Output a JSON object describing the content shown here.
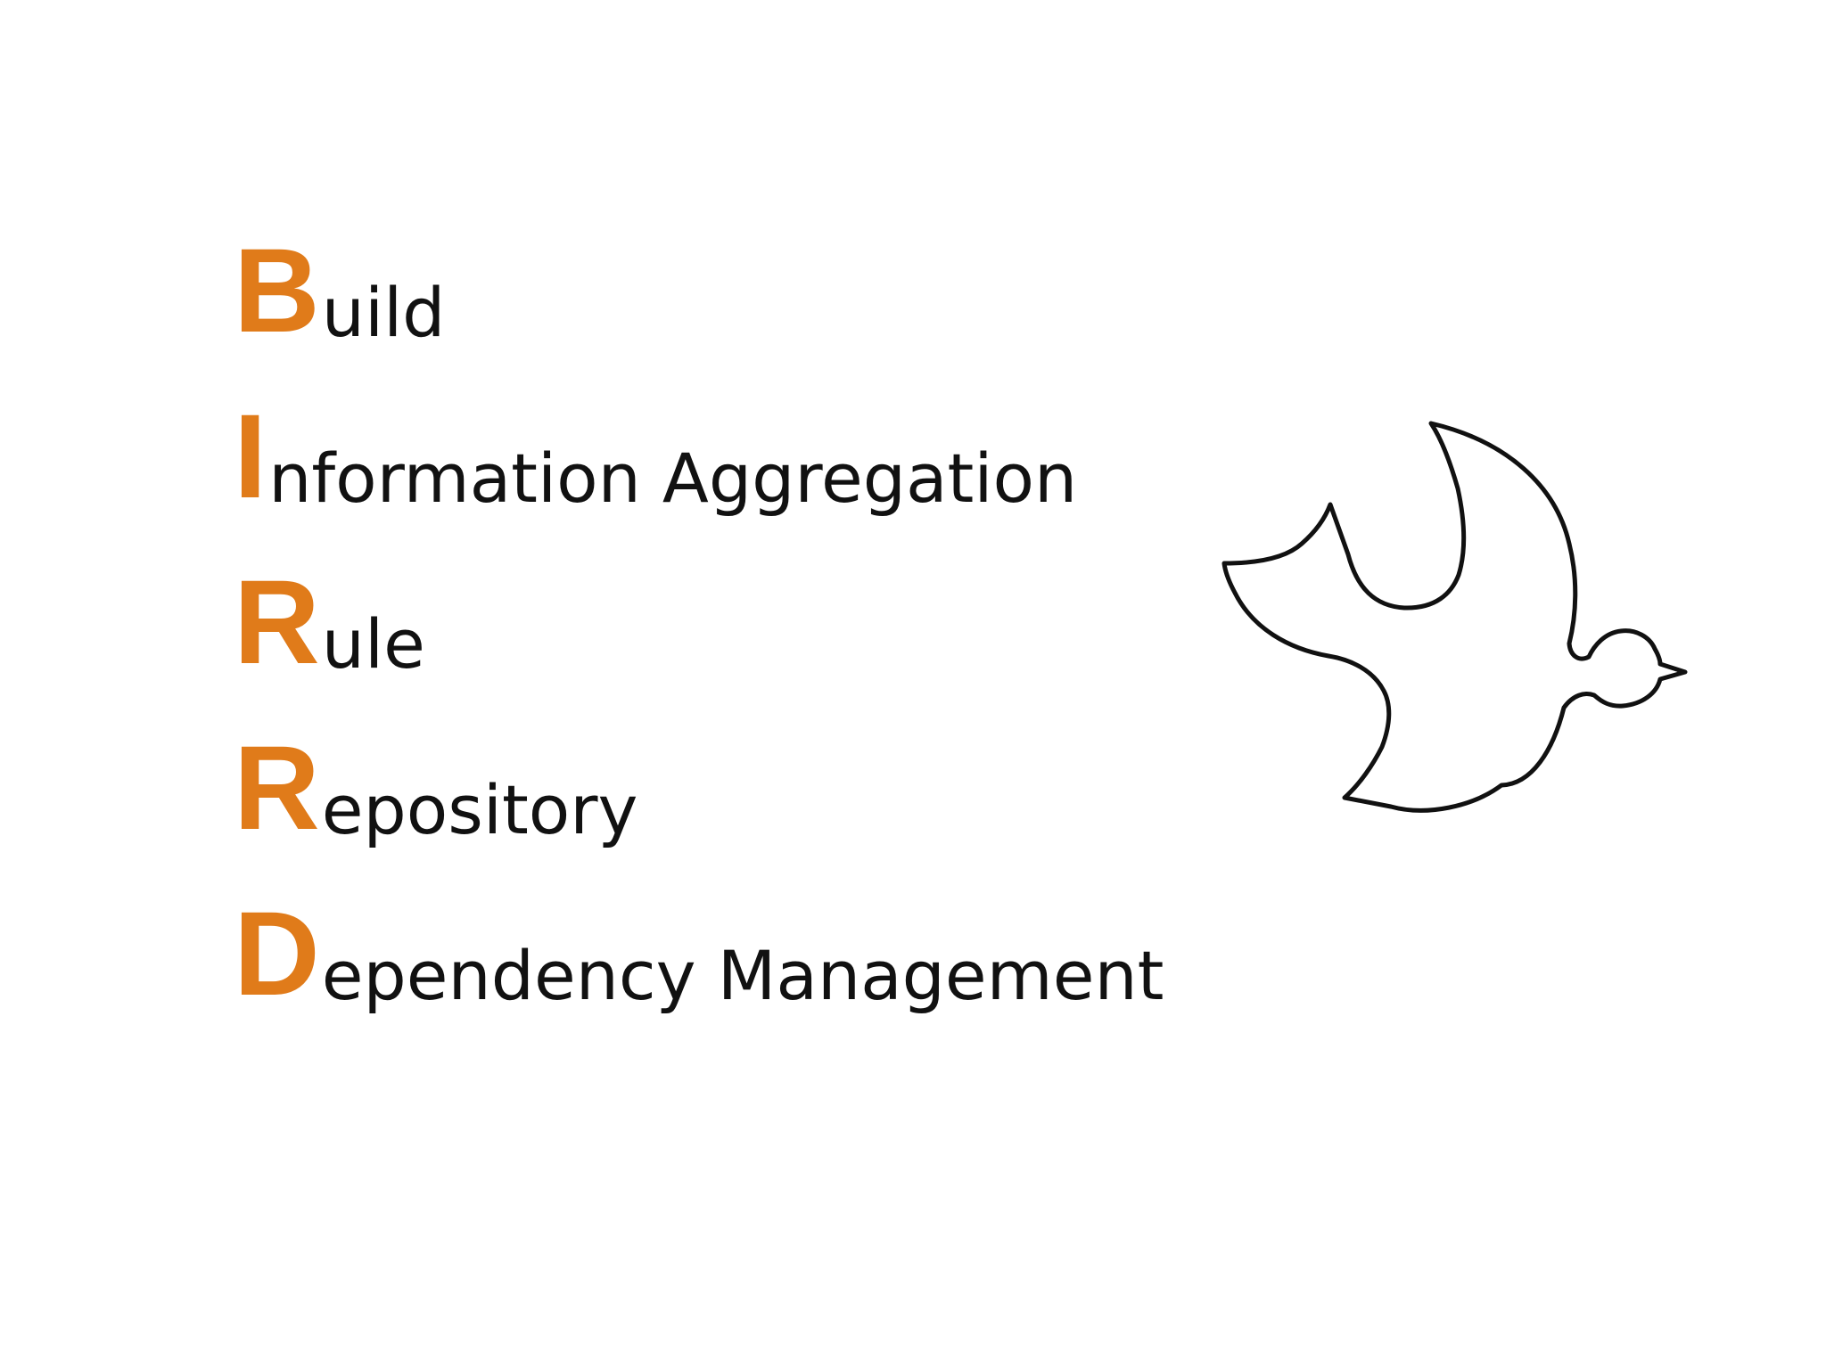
{
  "acronym": {
    "lines": [
      {
        "initial": "B",
        "rest": "uild"
      },
      {
        "initial": "I",
        "rest": "nformation Aggregation"
      },
      {
        "initial": "R",
        "rest": "ule"
      },
      {
        "initial": "R",
        "rest": "epository"
      },
      {
        "initial": "D",
        "rest": "ependency Management"
      }
    ]
  },
  "colors": {
    "accent": "#e07b1a",
    "text": "#111111",
    "background": "#ffffff"
  },
  "logo": {
    "icon": "bird-outline-icon"
  }
}
